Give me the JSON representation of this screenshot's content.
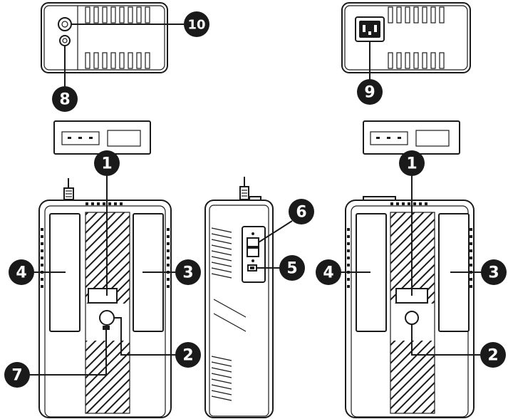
{
  "callouts": [
    {
      "id": "c10",
      "label": "10"
    },
    {
      "id": "c8",
      "label": "8"
    },
    {
      "id": "c9",
      "label": "9"
    },
    {
      "id": "c1a",
      "label": "1"
    },
    {
      "id": "c1b",
      "label": "1"
    },
    {
      "id": "c6",
      "label": "6"
    },
    {
      "id": "c5",
      "label": "5"
    },
    {
      "id": "c4a",
      "label": "4"
    },
    {
      "id": "c3a",
      "label": "3"
    },
    {
      "id": "c4b",
      "label": "4"
    },
    {
      "id": "c3b",
      "label": "3"
    },
    {
      "id": "c2a",
      "label": "2"
    },
    {
      "id": "c2b",
      "label": "2"
    },
    {
      "id": "c7",
      "label": "7"
    }
  ],
  "colors": {
    "ink": "#1a1a1a",
    "paper": "#ffffff"
  }
}
